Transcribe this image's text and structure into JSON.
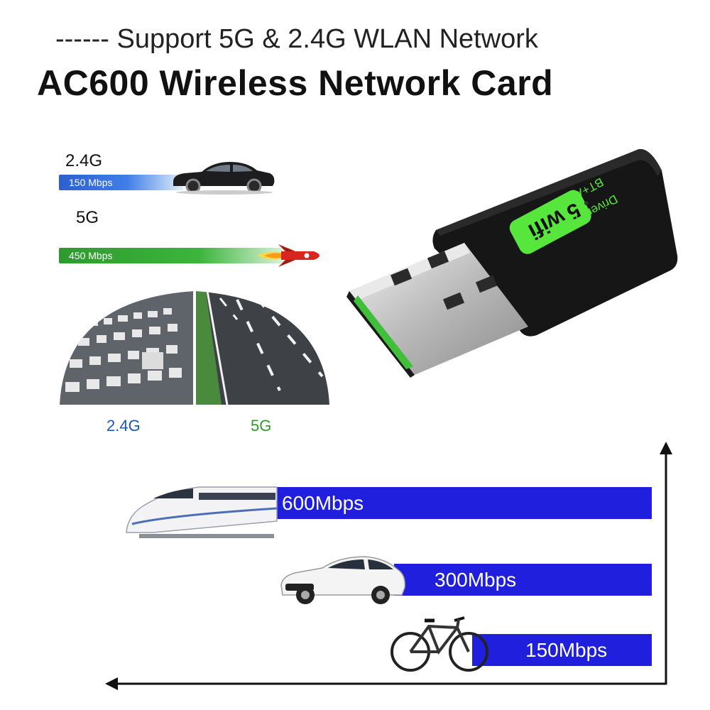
{
  "header": {
    "subtitle": "------ Support 5G & 2.4G WLAN Network",
    "title": "AC600 Wireless Network Card"
  },
  "band_comparison": {
    "band_24": {
      "label": "2.4G",
      "speed": "150 Mbps"
    },
    "band_5": {
      "label": "5G",
      "speed": "450 Mbps"
    }
  },
  "roads": {
    "left_caption": "2.4G",
    "right_caption": "5G"
  },
  "dongle": {
    "label_line1": "BT+AC600",
    "label_line2": "Driver Free",
    "wifi_text": "wifi",
    "wifi_number": "5"
  },
  "speed_tiers": [
    {
      "label": "600Mbps",
      "icon": "train-icon"
    },
    {
      "label": "300Mbps",
      "icon": "car-icon"
    },
    {
      "label": "150Mbps",
      "icon": "bicycle-icon"
    }
  ],
  "colors": {
    "blue_bar": "#1f1fdd",
    "band_24_blue": "#2d5fd0",
    "band_5_green": "#2f9a2f",
    "wifi_badge_green": "#57e63c"
  }
}
